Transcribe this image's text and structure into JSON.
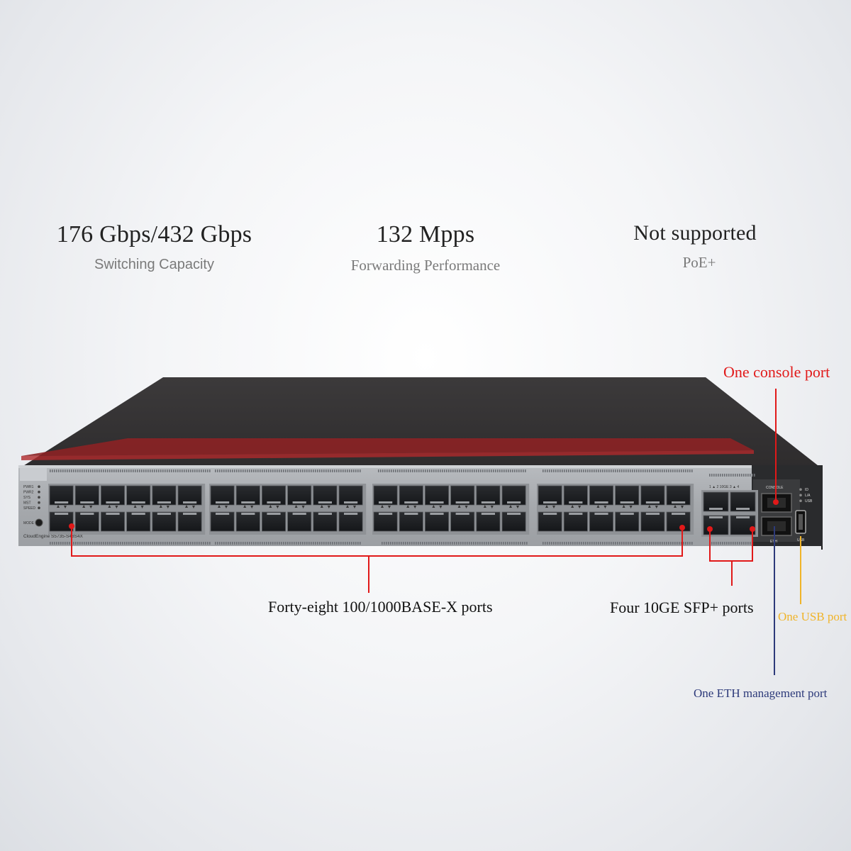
{
  "specs": [
    {
      "value": "176 Gbps/432 Gbps",
      "label": "Switching Capacity"
    },
    {
      "value": "132 Mpps",
      "label": "Forwarding Performance"
    },
    {
      "value": "Not supported",
      "label": "PoE+"
    }
  ],
  "device": {
    "model": "CloudEngine S5735-S48S4X",
    "status_leds": [
      "PWR1",
      "PWR2",
      "SYS",
      "MST",
      "SPEED"
    ],
    "mode_label": "MODE",
    "right_leds": [
      "ID",
      "L/A",
      "USB"
    ],
    "console_label": "CONSOLE",
    "eth_label": "ETH",
    "usb_label": "USB",
    "sfp_group_label": "1 ▲ 2   10GE   3 ▲ 4"
  },
  "callouts": {
    "console": "One console port",
    "ports48": "Forty-eight 100/1000BASE-X ports",
    "sfp": "Four 10GE SFP+ ports",
    "usb": "One USB port",
    "eth": "One ETH management port"
  },
  "colors": {
    "red": "#e11919",
    "usb": "#f0b429",
    "eth": "#2d3a7a"
  }
}
